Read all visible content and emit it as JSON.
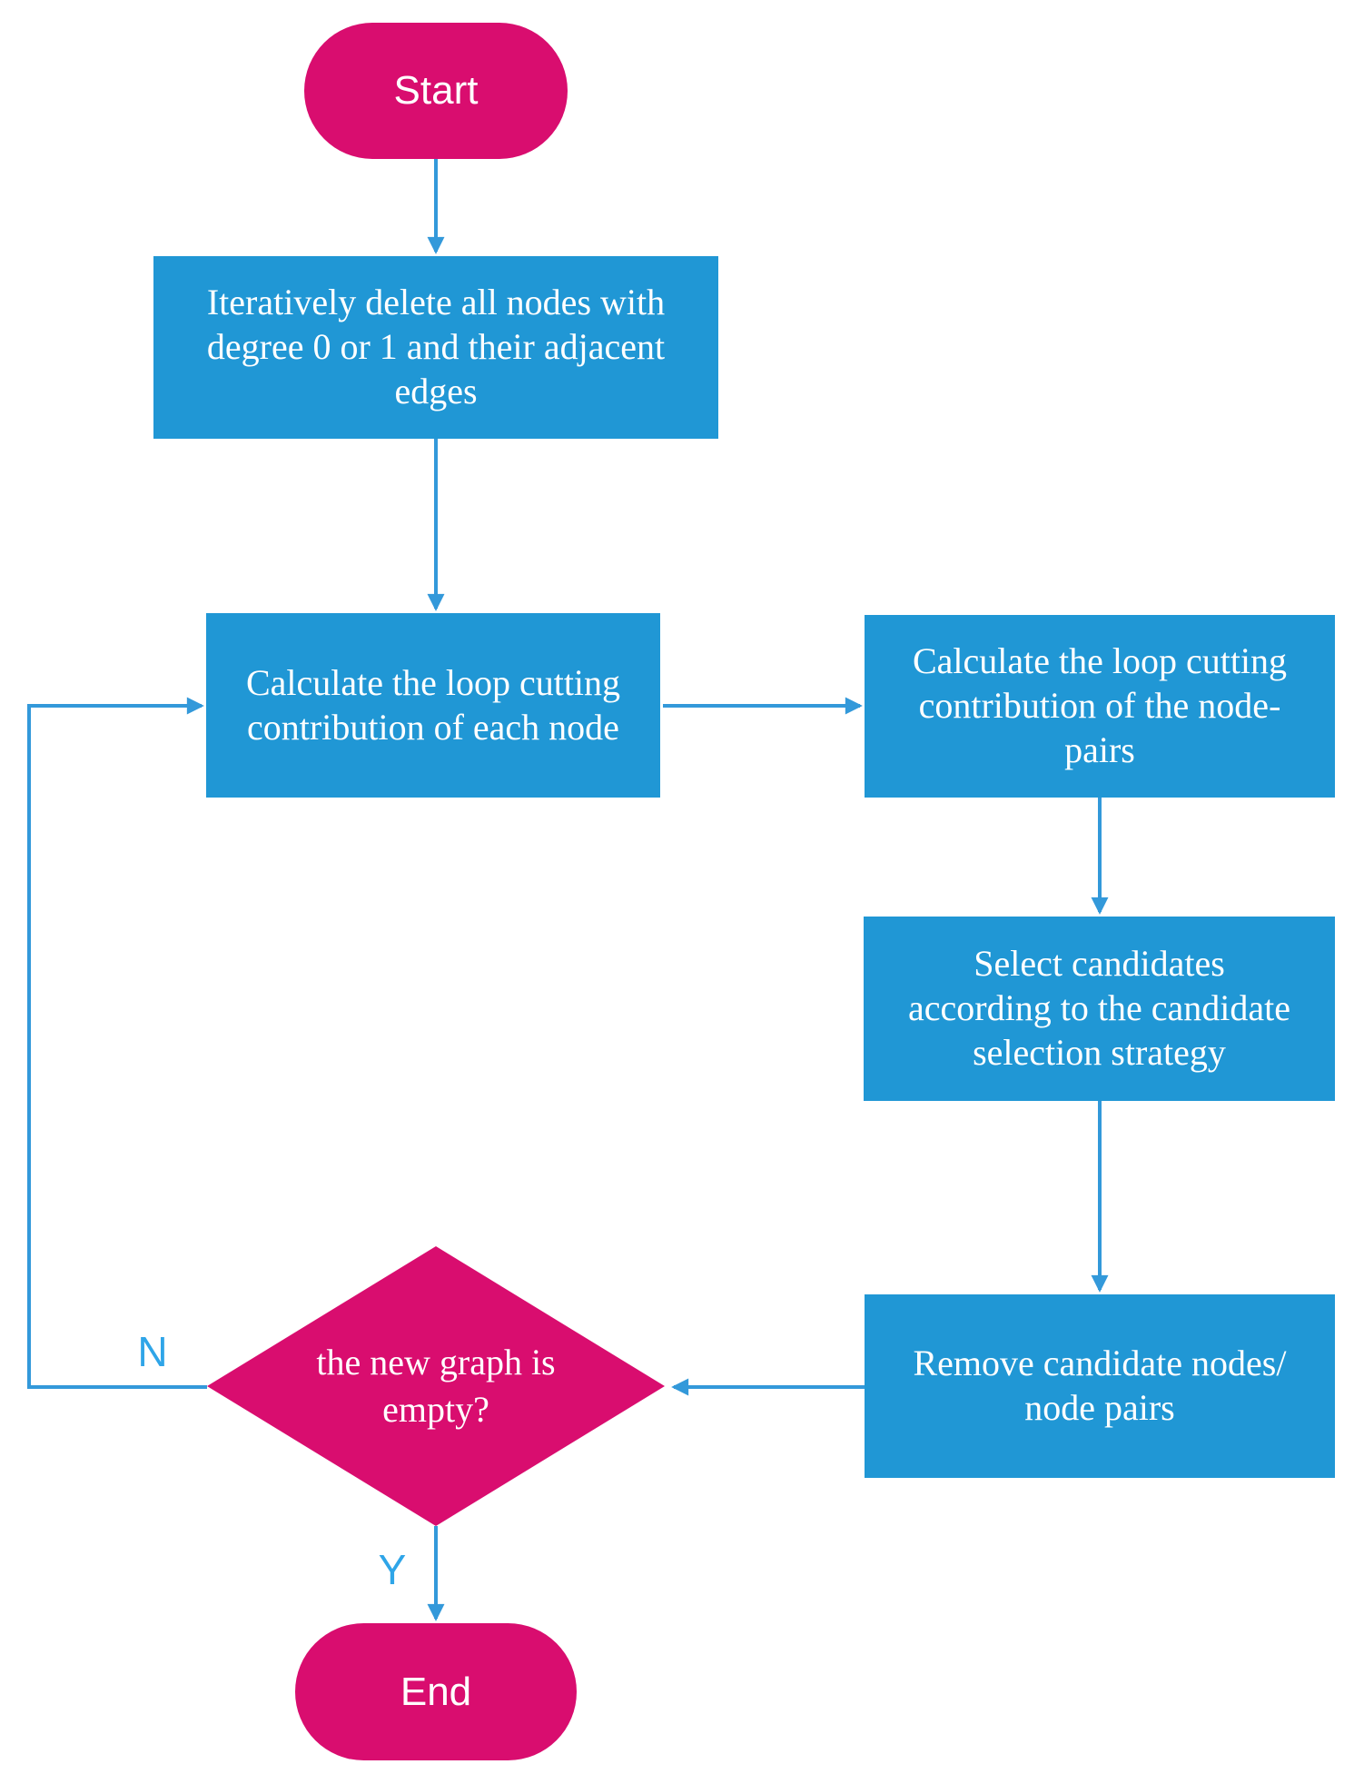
{
  "palette": {
    "terminal_pink": "#D90D6F",
    "process_blue": "#2097D5",
    "connector_blue": "#3399DA",
    "branch_label_blue": "#2FA5E8",
    "text_white": "#FFFFFF"
  },
  "flowchart": {
    "start": {
      "label": "Start"
    },
    "steps": {
      "delete_nodes": {
        "label": "Iteratively delete all nodes with\ndegree 0 or 1 and their adjacent\nedges"
      },
      "calc_node": {
        "label": "Calculate the loop cutting\ncontribution of each node"
      },
      "calc_node_pairs": {
        "label": "Calculate the loop cutting\ncontribution of the node-\npairs"
      },
      "select_candidates": {
        "label": "Select candidates\naccording to the candidate\nselection strategy"
      },
      "remove_candidates": {
        "label": "Remove candidate nodes/\nnode pairs"
      }
    },
    "decision": {
      "label": "the new graph is\nempty?"
    },
    "end": {
      "label": "End"
    },
    "branch_labels": {
      "no": "N",
      "yes": "Y"
    }
  }
}
